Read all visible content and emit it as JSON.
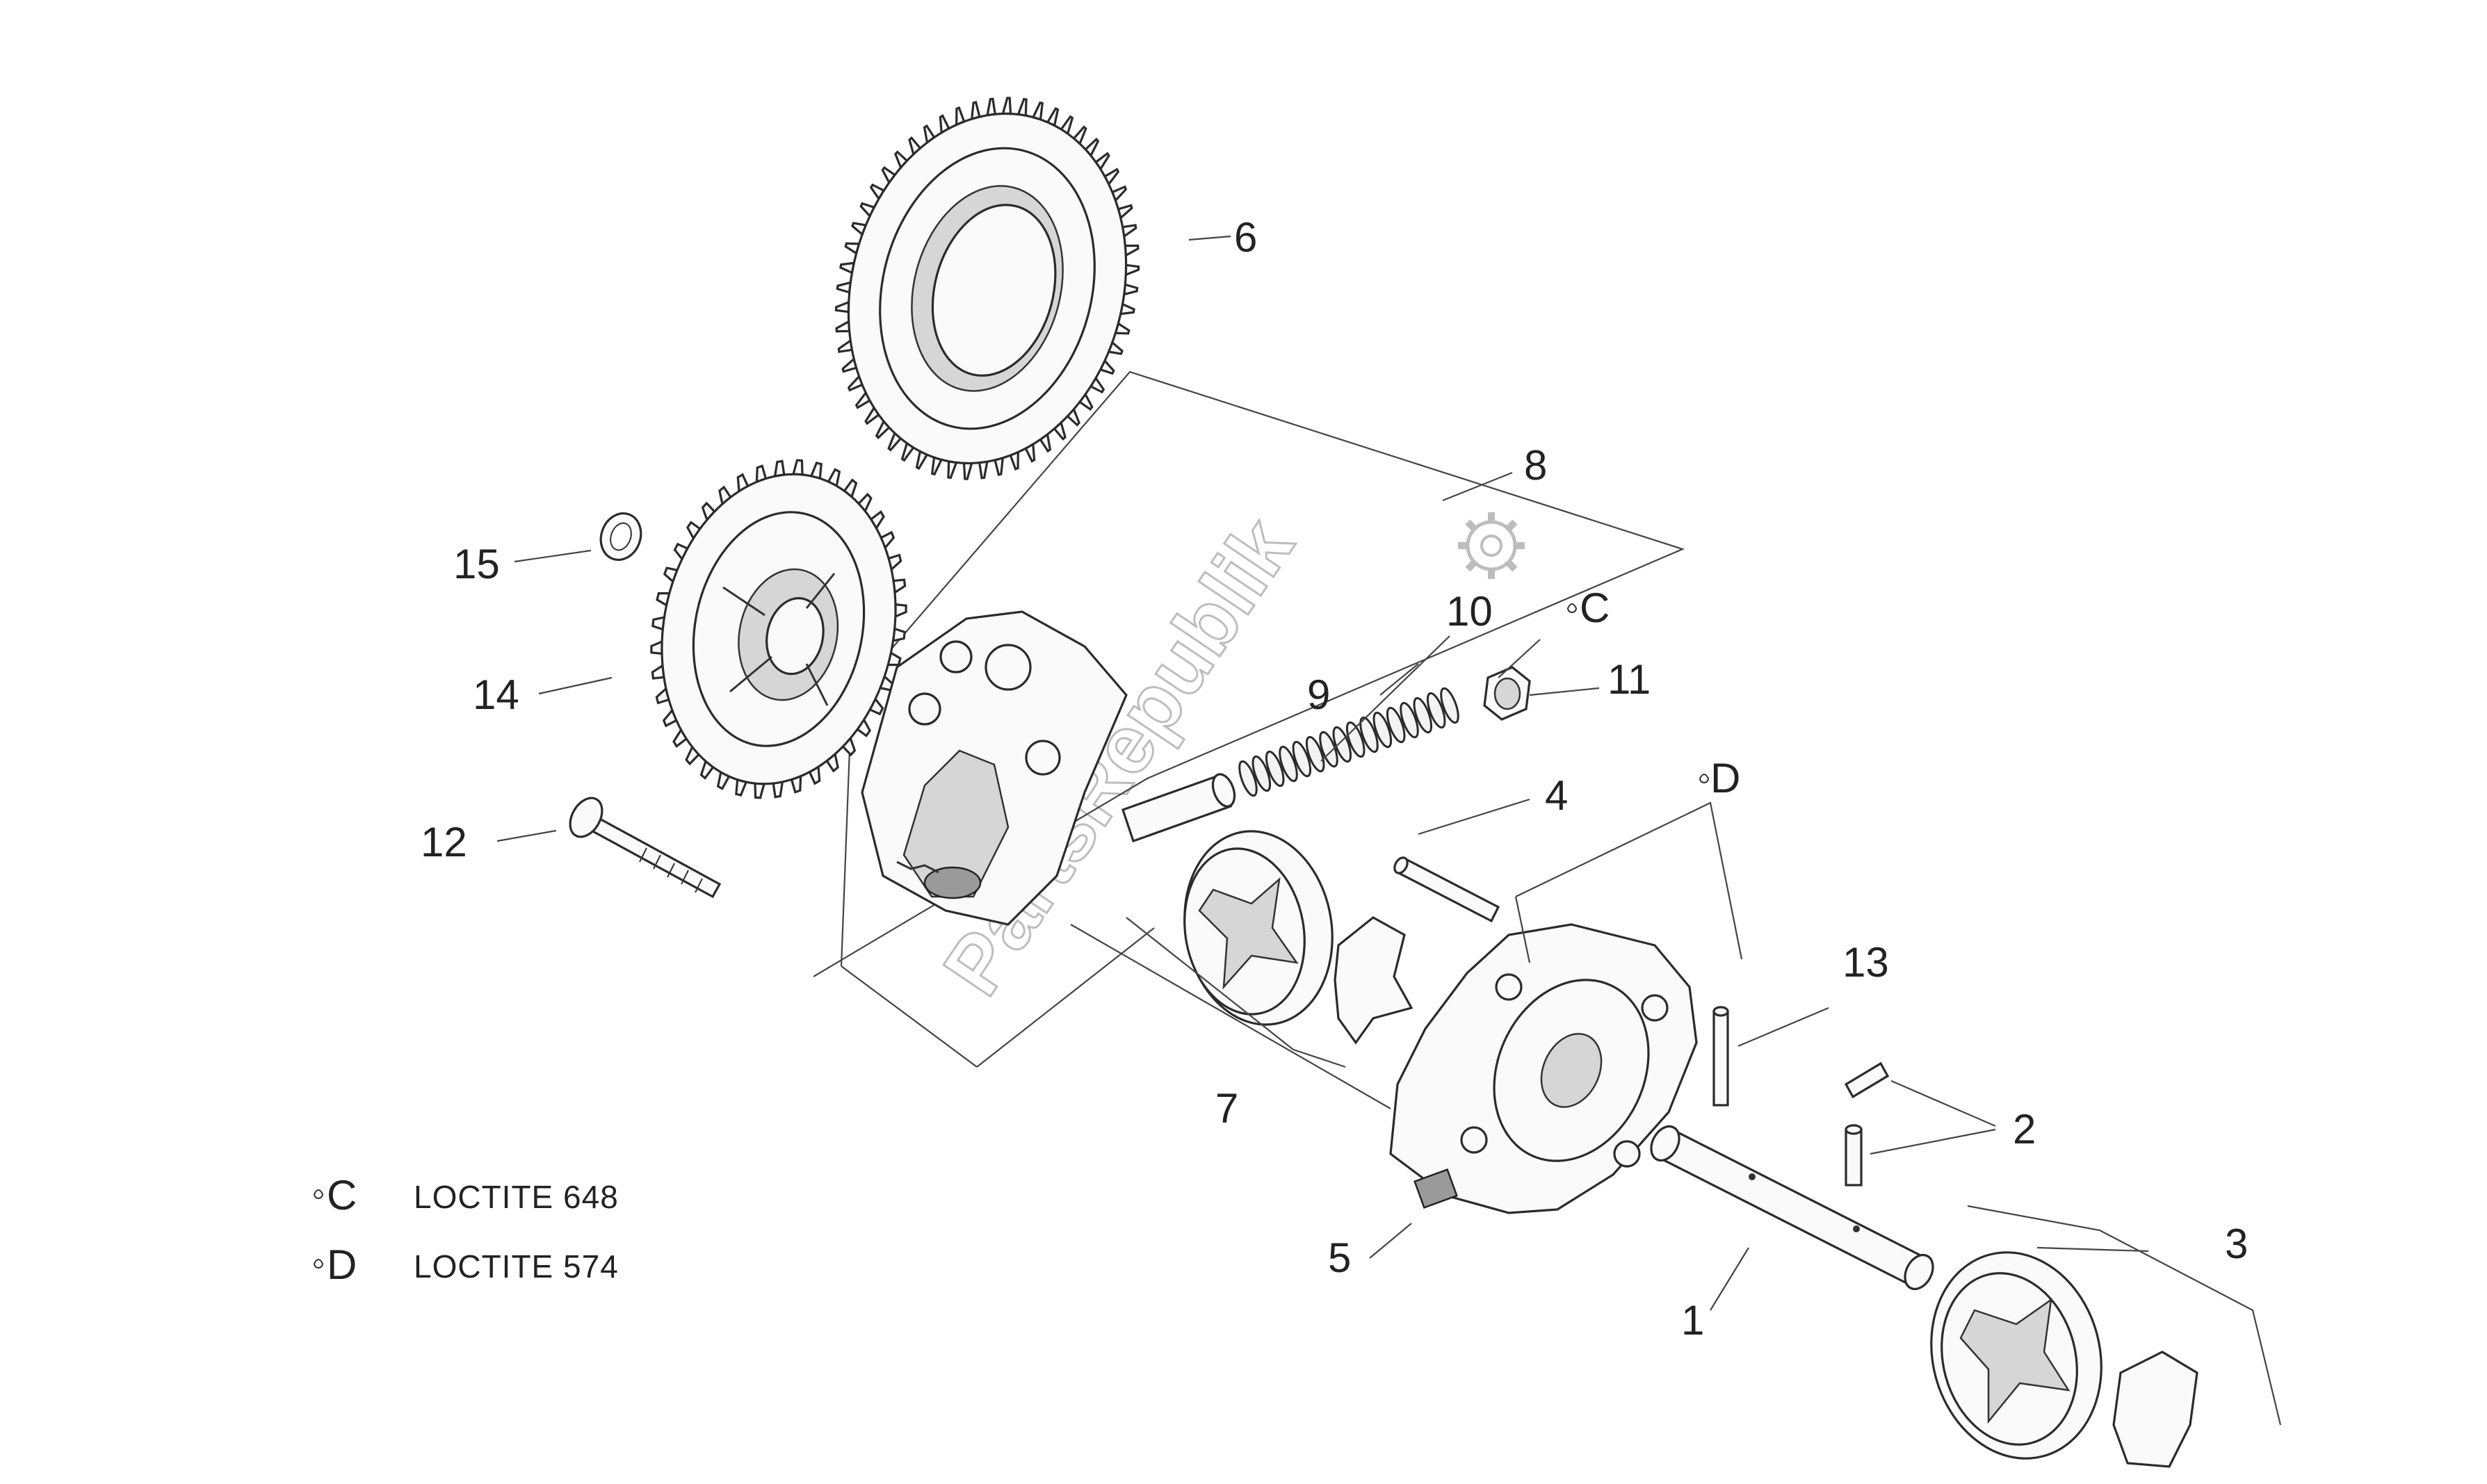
{
  "callouts": [
    {
      "id": "1",
      "label": "1"
    },
    {
      "id": "2",
      "label": "2"
    },
    {
      "id": "3",
      "label": "3"
    },
    {
      "id": "4",
      "label": "4"
    },
    {
      "id": "5",
      "label": "5"
    },
    {
      "id": "6",
      "label": "6"
    },
    {
      "id": "7",
      "label": "7"
    },
    {
      "id": "8",
      "label": "8"
    },
    {
      "id": "9",
      "label": "9"
    },
    {
      "id": "10",
      "label": "10"
    },
    {
      "id": "11",
      "label": "11"
    },
    {
      "id": "12",
      "label": "12"
    },
    {
      "id": "13",
      "label": "13"
    },
    {
      "id": "14",
      "label": "14"
    },
    {
      "id": "15",
      "label": "15"
    }
  ],
  "adhesive_marks": {
    "c": "C",
    "d": "D"
  },
  "legend": [
    {
      "symbol": "C",
      "text": "LOCTITE 648"
    },
    {
      "symbol": "D",
      "text": "LOCTITE 574"
    }
  ],
  "watermark": "PartsRepublik",
  "colors": {
    "line": "#333333",
    "background": "#ffffff",
    "watermark": "#bdbdbd"
  }
}
